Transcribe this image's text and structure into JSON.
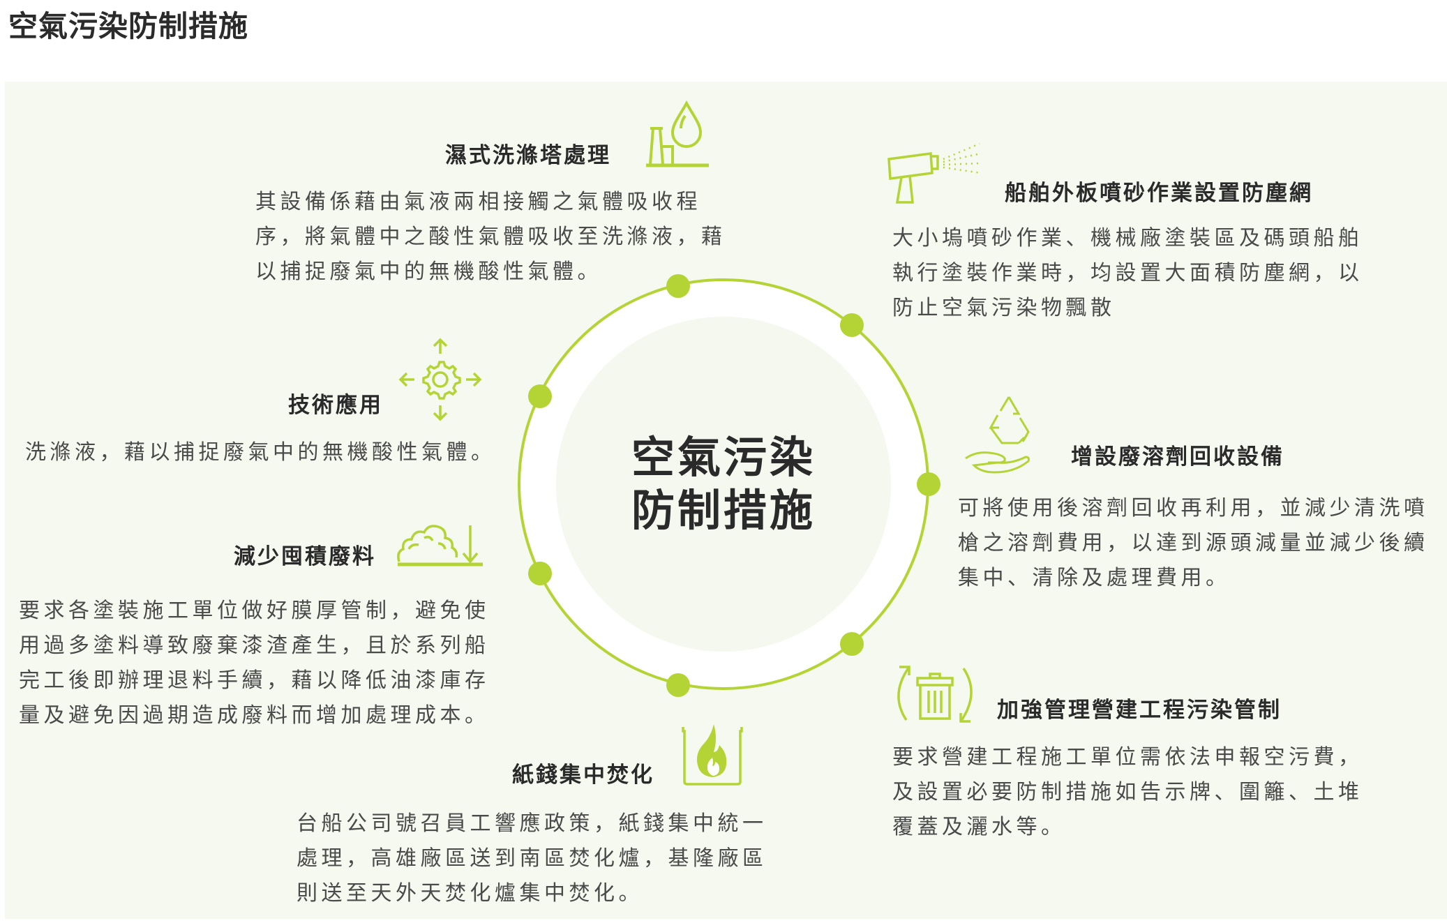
{
  "title": "空氣污染防制措施",
  "center": {
    "line1": "空氣污染",
    "line2": "防制措施"
  },
  "colors": {
    "accent": "#b4d334",
    "panel": "#f6f9f0",
    "text": "#4a4a4a"
  },
  "items": [
    {
      "heading": "濕式洗滌塔處理",
      "icon": "scrubber-tower-droplet-icon",
      "lines": [
        "其設備係藉由氣液兩相接觸之氣體吸收程",
        "序，將氣體中之酸性氣體吸收至洗滌液，藉",
        "以捕捉廢氣中的無機酸性氣體。"
      ]
    },
    {
      "heading": "船舶外板噴砂作業設置防塵網",
      "icon": "spray-gun-icon",
      "lines": [
        "大小塢噴砂作業、機械廠塗裝區及碼頭船舶",
        "執行塗裝作業時，均設置大面積防塵網，以",
        "防止空氣污染物飄散"
      ]
    },
    {
      "heading": "技術應用",
      "icon": "gear-arrows-icon",
      "lines": [
        "洗滌液，藉以捕捉廢氣中的無機酸性氣體。"
      ]
    },
    {
      "heading": "增設廢溶劑回收設備",
      "icon": "recycle-hand-icon",
      "lines": [
        "可將使用後溶劑回收再利用，並減少清洗噴",
        "槍之溶劑費用，以達到源頭減量並減少後續",
        "集中、清除及處理費用。"
      ]
    },
    {
      "heading": "減少囤積廢料",
      "icon": "waste-pile-down-arrow-icon",
      "lines": [
        "要求各塗裝施工單位做好膜厚管制，避免使",
        "用過多塗料導致廢棄漆渣產生，且於系列船",
        "完工後即辦理退料手續，藉以降低油漆庫存",
        "量及避免因過期造成廢料而增加處理成本。"
      ]
    },
    {
      "heading": "加強管理營建工程污染管制",
      "icon": "trash-can-cycle-icon",
      "lines": [
        "要求營建工程施工單位需依法申報空污費，",
        "及設置必要防制措施如告示牌、圍籬、土堆",
        "覆蓋及灑水等。"
      ]
    },
    {
      "heading": "紙錢集中焚化",
      "icon": "incinerator-flame-icon",
      "lines": [
        "台船公司號召員工響應政策，紙錢集中統一",
        "處理，高雄廠區送到南區焚化爐，基隆廠區",
        "則送至天外天焚化爐集中焚化。"
      ]
    }
  ]
}
